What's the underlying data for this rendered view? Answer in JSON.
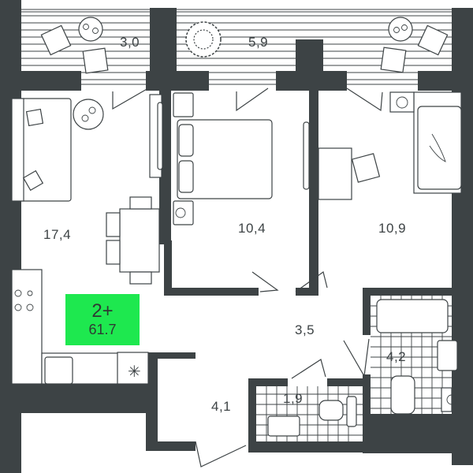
{
  "plan": {
    "title": "2-room apartment floor plan",
    "wall_color": "#3d4345",
    "badge_color": "#1ee84f",
    "summary_badge": {
      "rooms": "2+",
      "total_area": "61.7"
    },
    "rooms": [
      {
        "id": "balcony-left",
        "area": "3,0"
      },
      {
        "id": "balcony-right",
        "area": "5,9"
      },
      {
        "id": "living-kitchen",
        "area": "17,4"
      },
      {
        "id": "bedroom-1",
        "area": "10,4"
      },
      {
        "id": "bedroom-2",
        "area": "10,9"
      },
      {
        "id": "hall",
        "area": "3,5"
      },
      {
        "id": "bathroom",
        "area": "4,2"
      },
      {
        "id": "toilet",
        "area": "1,9"
      },
      {
        "id": "entrance",
        "area": "4,1"
      }
    ]
  }
}
